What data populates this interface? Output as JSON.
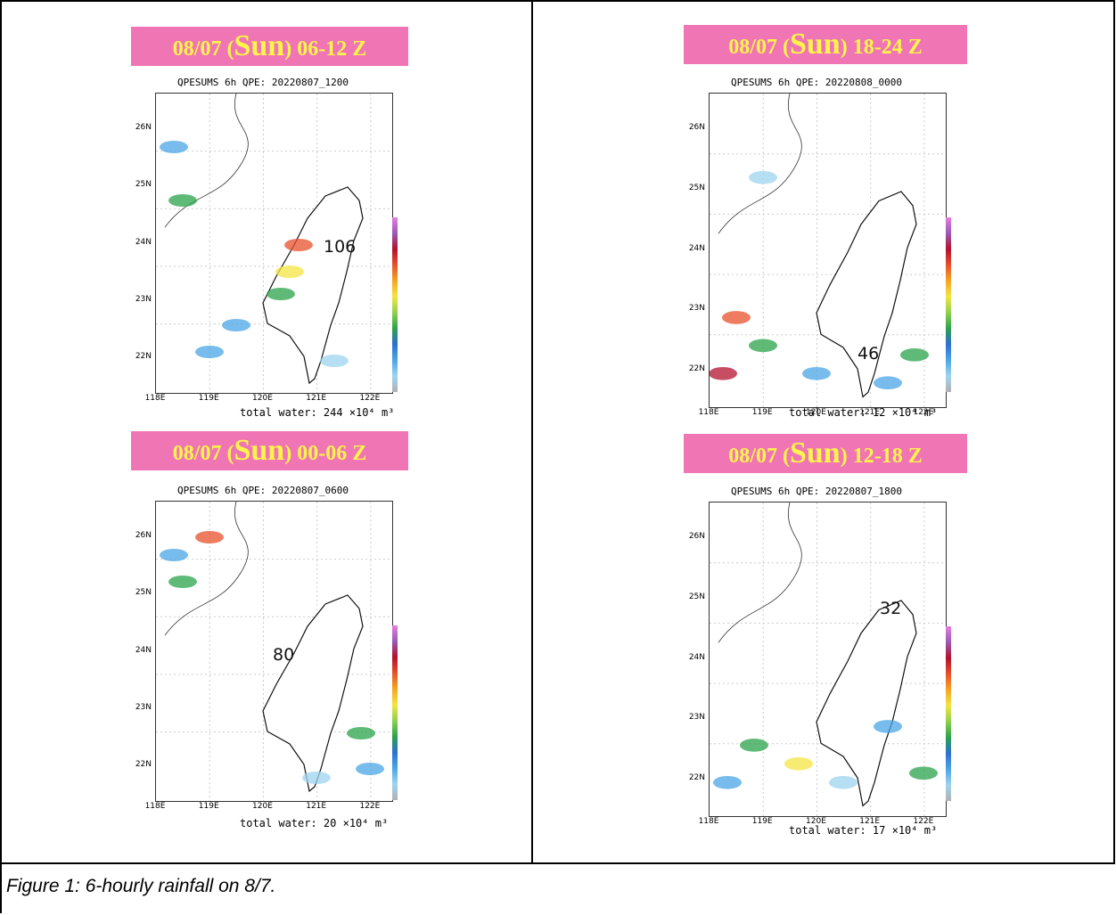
{
  "caption": "Figure 1: 6-hourly rainfall on 8/7.",
  "panels": [
    {
      "banner": {
        "prefix": "08/07 (",
        "day": "Sun",
        "suffix": ") 06-12 Z"
      },
      "title": "QPESUMS 6h QPE: 20220807_1200",
      "total": "total water: 244 ×10⁴ m³",
      "max_label": "106",
      "lat_labels": [
        "26N",
        "25N",
        "24N",
        "23N",
        "22N"
      ],
      "lon_labels": [
        "118E",
        "119E",
        "120E",
        "121E",
        "122E"
      ]
    },
    {
      "banner": {
        "prefix": "08/07 (",
        "day": "Sun",
        "suffix": ") 18-24 Z"
      },
      "title": "QPESUMS 6h QPE: 20220808_0000",
      "total": "total water: 12 ×10⁴ m³",
      "max_label": "46",
      "lat_labels": [
        "26N",
        "25N",
        "24N",
        "23N",
        "22N"
      ],
      "lon_labels": [
        "118E",
        "119E",
        "120E",
        "121E",
        "122E"
      ]
    },
    {
      "banner": {
        "prefix": "08/07 (",
        "day": "Sun",
        "suffix": ") 00-06 Z"
      },
      "title": "QPESUMS 6h QPE: 20220807_0600",
      "total": "total water: 20 ×10⁴ m³",
      "max_label": "80",
      "lat_labels": [
        "26N",
        "25N",
        "24N",
        "23N",
        "22N"
      ],
      "lon_labels": [
        "118E",
        "119E",
        "120E",
        "121E",
        "122E"
      ]
    },
    {
      "banner": {
        "prefix": "08/07 (",
        "day": "Sun",
        "suffix": ") 12-18 Z"
      },
      "title": "QPESUMS 6h QPE: 20220807_1800",
      "total": "total water: 17 ×10⁴ m³",
      "max_label": "32",
      "lat_labels": [
        "26N",
        "25N",
        "24N",
        "23N",
        "22N"
      ],
      "lon_labels": [
        "118E",
        "119E",
        "120E",
        "121E",
        "122E"
      ]
    }
  ],
  "colors": {
    "banner_bg": "#ef75b4",
    "banner_text": "#fff54a",
    "colorbar": [
      "#b0b0b0",
      "#9fd4f0",
      "#4aa6e6",
      "#2e6fd1",
      "#2aa34a",
      "#8fd14f",
      "#f4e542",
      "#f5a623",
      "#e8502c",
      "#b3122e",
      "#9b59b6",
      "#e67ee0"
    ]
  }
}
